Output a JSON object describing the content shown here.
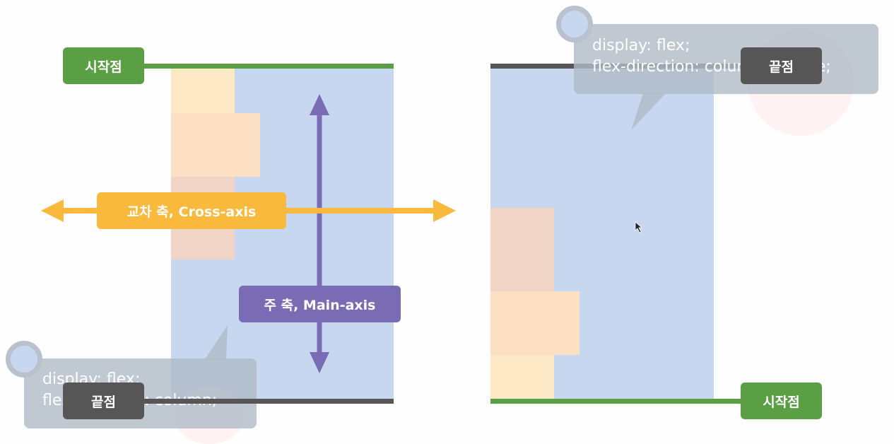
{
  "labels": {
    "start": "시작점",
    "end": "끝점",
    "cross_axis": "교차 축, Cross-axis",
    "main_axis": "주 축, Main-axis"
  },
  "left_code": [
    "display: flex;",
    "flex-direction: column;"
  ],
  "right_code": [
    "display: flex;",
    "flex-direction: column-reverse;"
  ],
  "colors": {
    "container": "#c8d7f0",
    "item_light": "#fde8c6",
    "item_mid": "#fddfc4",
    "item_dim": "#f0d5c6",
    "start_green": "#5b9f45",
    "end_dark": "#565656",
    "cross_orange": "#f8b93c",
    "main_purple": "#7a6bb5"
  }
}
